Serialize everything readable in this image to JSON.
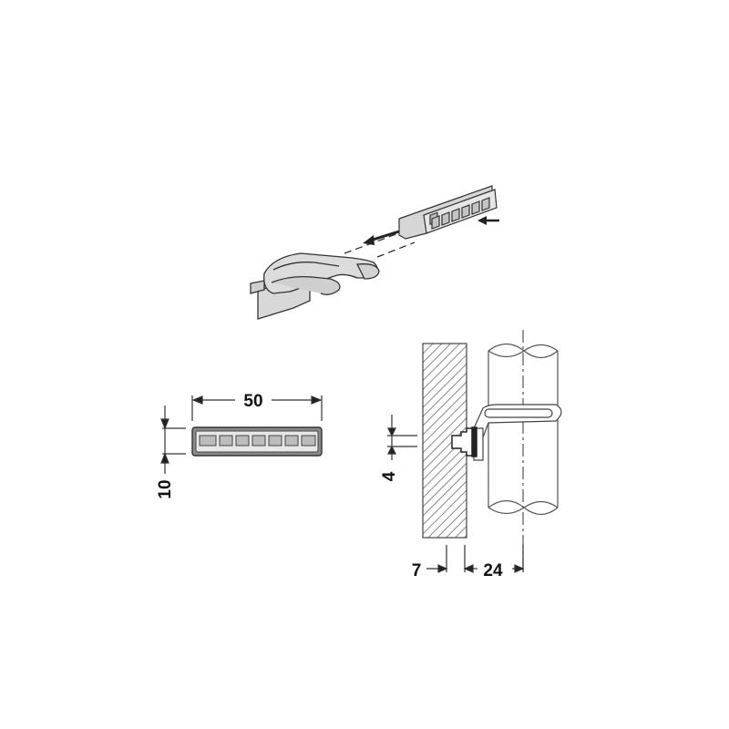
{
  "diagram": {
    "type": "technical-drawing",
    "subject": "Tube clip with slotted plastic insert",
    "isometric_view": {
      "parts": [
        "tube-clip",
        "slotted-insert-strip"
      ],
      "assembly_arrow": "insert slides into clip"
    },
    "front_view": {
      "dimensions": {
        "length": "50",
        "height": "10"
      },
      "slots": 7
    },
    "section_view": {
      "dimensions": {
        "slot_height": "4",
        "wall_offset": "7",
        "tube_axis_offset": "24"
      }
    }
  },
  "colors": {
    "line": "#333333",
    "fill_light": "#d9d9d9",
    "fill_mid": "#b5b5b5",
    "hatch": "#666666",
    "background": "#ffffff"
  }
}
